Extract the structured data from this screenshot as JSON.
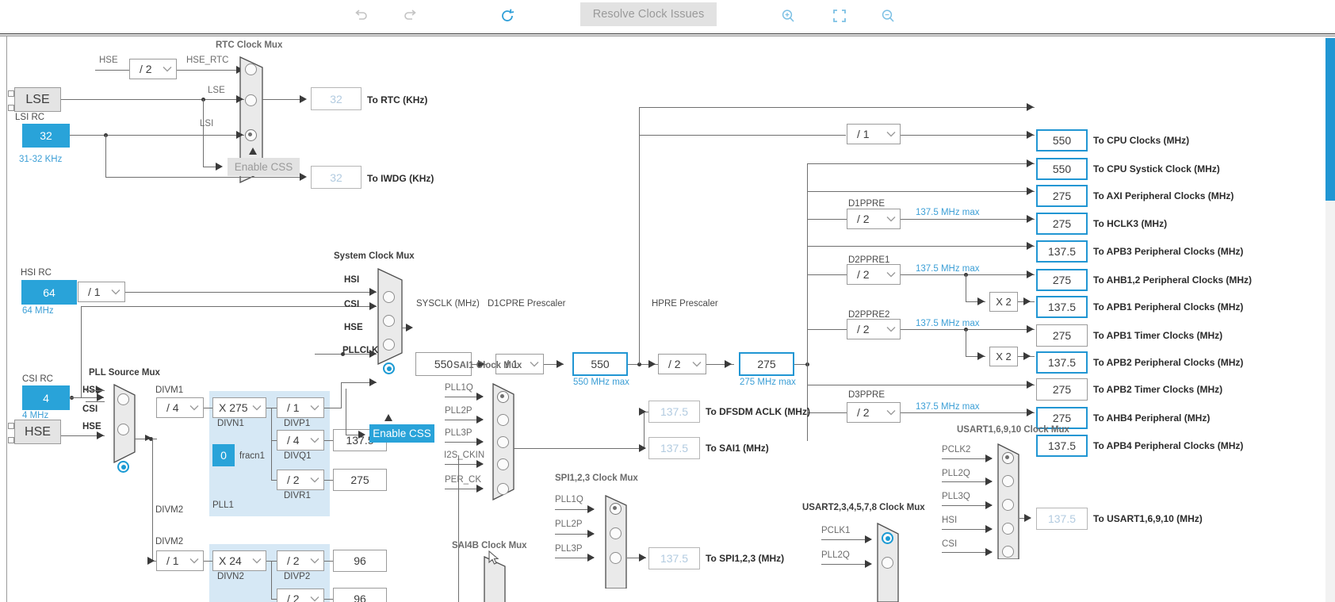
{
  "toolbar": {
    "undo_icon": "undo-arrow-icon",
    "redo_icon": "redo-arrow-icon",
    "reset_icon": "refresh-circular-icon",
    "resolve_label": "Resolve Clock Issues",
    "zoom_in_icon": "magnifier-plus-icon",
    "fit_icon": "fit-to-screen-icon",
    "zoom_out_icon": "magnifier-minus-icon"
  },
  "rtc": {
    "mux_title": "RTC Clock Mux",
    "hse_label": "HSE",
    "hse_div": "/ 2",
    "hse_rtc_label": "HSE_RTC",
    "lse_box": "LSE",
    "lse_label": "LSE",
    "lsi_rc_label": "LSI RC",
    "lsi_value": "32",
    "lsi_range": "31-32 KHz",
    "lsi_label": "LSI",
    "enable_css_label": "Enable CSS",
    "rtc_value": "32",
    "rtc_out": "To RTC (KHz)",
    "iwdg_value": "32",
    "iwdg_out": "To IWDG (KHz)"
  },
  "oscillators": {
    "hsi_rc_label": "HSI RC",
    "hsi_value": "64",
    "hsi_freq": "64 MHz",
    "hsi_div": "/ 1",
    "csi_rc_label": "CSI RC",
    "csi_value": "4",
    "csi_freq": "4 MHz",
    "hse_box": "HSE"
  },
  "pll_source_mux": {
    "title": "PLL Source Mux",
    "inputs": [
      "HSI",
      "CSI",
      "HSE"
    ],
    "selected_index": 2
  },
  "pll1": {
    "group_label": "PLL1",
    "divm1_label": "DIVM1",
    "divm1_value": "/ 4",
    "divn1_label": "DIVN1",
    "divn1_value": "X 275",
    "fracn1_label": "fracn1",
    "fracn1_value": "0",
    "divp1_label": "DIVP1",
    "divp1_value": "/ 1",
    "divq1_label": "DIVQ1",
    "divq1_value": "/ 4",
    "divq1_out": "137.5",
    "divr1_label": "DIVR1",
    "divr1_value": "/ 2",
    "divr1_out": "275"
  },
  "pll2": {
    "divm2_label": "DIVM2",
    "divm2_value": "/ 1",
    "divn2_label": "DIVN2",
    "divn2_value": "X 24",
    "divp2_label": "DIVP2",
    "divp2_value": "/ 2",
    "divp2_out": "96",
    "divq2_value": "/ 2",
    "divq2_out": "96"
  },
  "system_clock_mux": {
    "title": "System Clock Mux",
    "inputs": [
      "HSI",
      "CSI",
      "HSE",
      "PLLCLK"
    ],
    "selected_index": 3,
    "enable_css_label": "Enable CSS"
  },
  "sysclk": {
    "label": "SYSCLK (MHz)",
    "value": "550",
    "d1cpre_label": "D1CPRE Prescaler",
    "d1cpre_value": "/ 1",
    "d1cpre_out": "550",
    "d1cpre_max": "550 MHz max",
    "hpre_label": "HPRE Prescaler",
    "hpre_value": "/ 2",
    "hpre_out": "275",
    "hpre_max": "275 MHz max"
  },
  "outputs": [
    {
      "value": "550",
      "label": "To CPU Clocks (MHz)",
      "highlight": true
    },
    {
      "value": "550",
      "label": "To CPU Systick Clock (MHz)",
      "highlight": true
    },
    {
      "value": "275",
      "label": "To AXI Peripheral Clocks (MHz)",
      "highlight": true
    },
    {
      "value": "275",
      "label": "To HCLK3 (MHz)",
      "highlight": true
    },
    {
      "value": "137.5",
      "label": "To APB3 Peripheral Clocks (MHz)",
      "highlight": true
    },
    {
      "value": "275",
      "label": "To AHB1,2 Peripheral Clocks (MHz)",
      "highlight": true
    },
    {
      "value": "137.5",
      "label": "To APB1 Peripheral Clocks (MHz)",
      "highlight": true
    },
    {
      "value": "275",
      "label": "To APB1 Timer Clocks (MHz)",
      "highlight": false
    },
    {
      "value": "137.5",
      "label": "To APB2 Peripheral Clocks (MHz)",
      "highlight": true
    },
    {
      "value": "275",
      "label": "To APB2 Timer Clocks (MHz)",
      "highlight": false
    },
    {
      "value": "275",
      "label": "To AHB4 Peripheral (MHz)",
      "highlight": true
    },
    {
      "value": "137.5",
      "label": "To APB4 Peripheral Clocks (MHz)",
      "highlight": true
    }
  ],
  "prescalers": {
    "systick_value": "/ 1",
    "d1ppre_label": "D1PPRE",
    "d1ppre_value": "/ 2",
    "d1ppre_max": "137.5 MHz max",
    "d2ppre1_label": "D2PPRE1",
    "d2ppre1_value": "/ 2",
    "d2ppre1_max": "137.5 MHz max",
    "d2ppre2_label": "D2PPRE2",
    "d2ppre2_value": "/ 2",
    "d2ppre2_max": "137.5 MHz max",
    "d3ppre_label": "D3PPRE",
    "d3ppre_value": "/ 2",
    "d3ppre_max": "137.5 MHz max",
    "timer_mult_1": "X 2",
    "timer_mult_2": "X 2"
  },
  "sai1_mux": {
    "title": "SAI1 Clock Mux",
    "inputs": [
      "PLL1Q",
      "PLL2P",
      "PLL3P",
      "I2S_CKIN",
      "PER_CK"
    ],
    "selected_index": 0,
    "dfsdm_value": "137.5",
    "dfsdm_label": "To DFSDM ACLK (MHz)",
    "sai1_value": "137.5",
    "sai1_label": "To SAI1 (MHz)"
  },
  "sai4b_mux": {
    "title": "SAI4B Clock Mux"
  },
  "spi_mux": {
    "title": "SPI1,2,3 Clock Mux",
    "inputs": [
      "PLL1Q",
      "PLL2P",
      "PLL3P"
    ],
    "selected_index": 0,
    "out_value": "137.5",
    "out_label": "To SPI1,2,3 (MHz)"
  },
  "usart1_mux": {
    "title": "USART1,6,9,10 Clock Mux",
    "inputs": [
      "PCLK2",
      "PLL2Q",
      "PLL3Q",
      "HSI",
      "CSI"
    ],
    "selected_index": 0,
    "out_value": "137.5",
    "out_label": "To USART1,6,9,10 (MHz)"
  },
  "usart2_mux": {
    "title": "USART2,3,4,5,7,8 Clock Mux",
    "inputs": [
      "PCLK1",
      "PLL2Q"
    ],
    "selected_index": 0
  },
  "colors": {
    "accent": "#2196d3",
    "source_fill": "#29a3d9",
    "pll_panel": "#d6e8f5",
    "wire": "#6f6f6f",
    "disabled_btn": "#e2e2e2"
  }
}
